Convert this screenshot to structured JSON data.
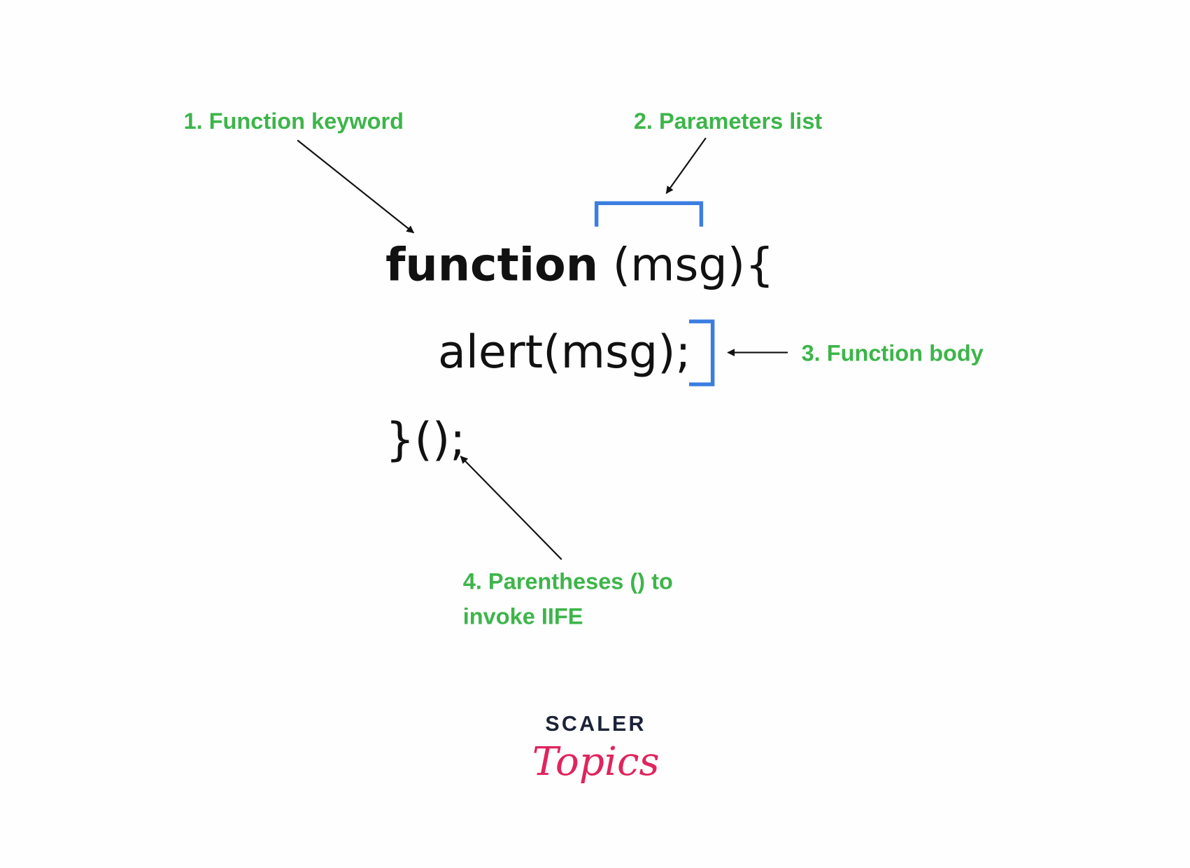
{
  "colors": {
    "label": "#3db54a",
    "bracket": "#3b7de0",
    "code": "#111111",
    "logo_dark": "#1c2237",
    "logo_pink": "#e0245e"
  },
  "labels": {
    "keyword": "1. Function keyword",
    "params": "2. Parameters list",
    "body": "3. Function body",
    "invoke_line1": "4. Parentheses () to",
    "invoke_line2": "invoke IIFE"
  },
  "code": {
    "keyword": "function",
    "params": " (msg){",
    "body": "alert(msg);",
    "close": "}();"
  },
  "logo": {
    "top": "SCALER",
    "bottom": "Topics"
  }
}
